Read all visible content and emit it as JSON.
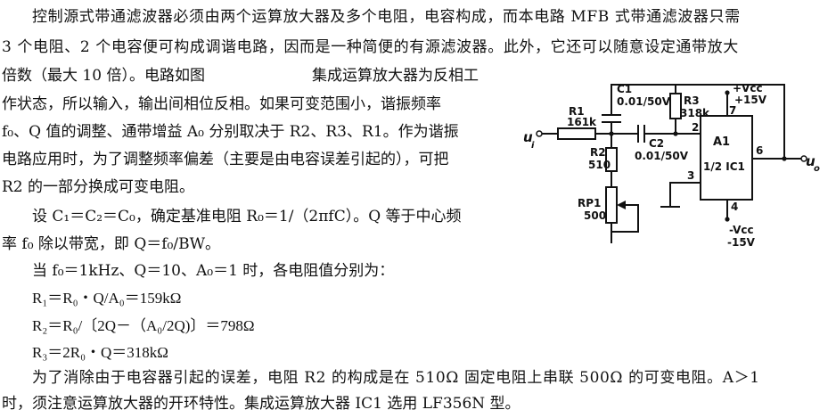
{
  "paragraph1": {
    "line1": "控制源式带通滤波器必须由两个运算放大器及多个电阻，电容构成，而本电路 MFB 式带通滤波器只需",
    "line2": "3 个电阻、2 个电容便可构成调谐电路，因而是一种简便的有源滤波器。此外，它还可以随意设定通带放大",
    "line3_a": "倍数（最大 10 倍）。电路如图",
    "line3_b": "集成运算放大器为反相工",
    "line4": "作状态，所以输入，输出间相位反相。如果可变范围小，谐振频率",
    "line5": "f₀、Q 值的调整、通带增益 A₀ 分别取决于 R2、R3、R1。作为谐振",
    "line6": "电路应用时，为了调整频率偏差（主要是由电容误差引起的），可把",
    "line7": "R2 的一部分换成可变电阻。"
  },
  "paragraph2": {
    "line1": "设 C₁＝C₂＝C₀，确定基准电阻 R₀＝1/（2πfC）。Q 等于中心频",
    "line2": "率 f₀ 除以带宽，即 Q＝f₀/BW。"
  },
  "paragraph3": {
    "line1": "当 f₀＝1kHz、Q＝10、A₀＝1 时，各电阻值分别为：",
    "eq1": "R₁＝R₀・Q/A₀＝159kΩ",
    "eq2": "R₂＝R₀/〔2Q－（A₀/2Q)〕＝798Ω",
    "eq3": "R₃＝2R₀・Q＝318kΩ"
  },
  "paragraph4": {
    "line1": "为了消除由于电容器引起的误差，电阻 R2 的构成是在 510Ω 固定电阻上串联 500Ω 的可变电阻。A＞1",
    "line2": "时，须注意运算放大器的开环特性。集成运算放大器 IC1 选用 LF356N 型。"
  },
  "circuit": {
    "c1_name": "C1",
    "c1_value": "0.01/50V",
    "r3_name": "R3",
    "r3_value": "318k",
    "vcc_pos": "+Vcc",
    "vcc_pos_value": "+15V",
    "pin7": "7",
    "r1_name": "R1",
    "r1_value": "161k",
    "pin2": "2",
    "input_label": "u",
    "input_sub": "i",
    "c2_name": "C2",
    "c2_value": "0.01/50V",
    "opamp_name": "A1",
    "opamp_sub": "1/2 IC1",
    "pin6": "6",
    "output_label": "u",
    "output_sub": "o",
    "r2_name": "R2",
    "r2_value": "510",
    "pin3": "3",
    "rp1_name": "RP1",
    "rp1_value": "500",
    "pin4": "4",
    "vcc_neg": "-Vcc",
    "vcc_neg_value": "-15V"
  }
}
